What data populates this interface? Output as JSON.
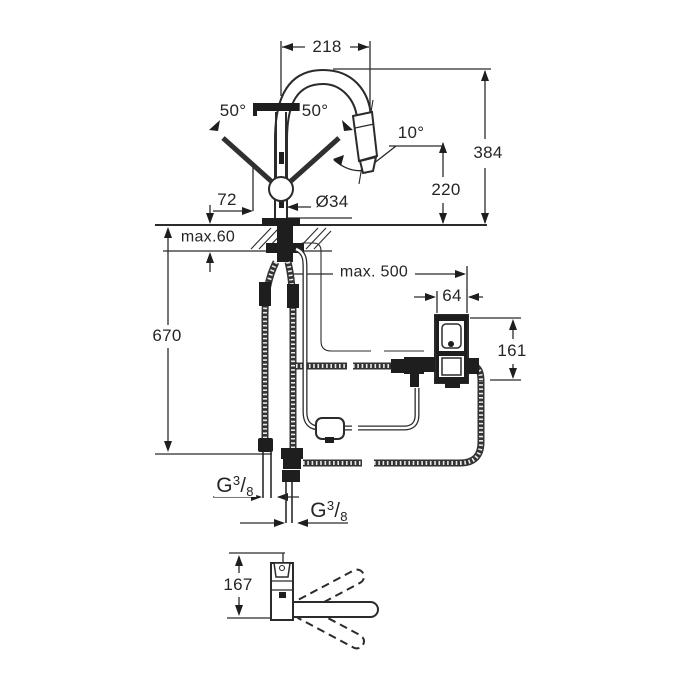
{
  "drawing": {
    "description": "kitchen faucet technical dimension drawing",
    "line_color": "#2b2b2b",
    "background": "#ffffff",
    "dimensions": {
      "spout_reach": "218",
      "total_height": "384",
      "outlet_height": "220",
      "lever_angle_left": "50°",
      "lever_angle_right": "50°",
      "head_angle": "10°",
      "lever_offset": "72",
      "shank_diameter": "Ø34",
      "deck_max_thickness": "max.60",
      "hose_max_extraction": "max. 500",
      "control_box_width": "64",
      "control_box_height": "161",
      "hose_drop_length": "670",
      "top_view_depth": "167",
      "thread_left": {
        "base": "G",
        "sup": "3",
        "slash": "/",
        "sub": "8"
      },
      "thread_right": {
        "base": "G",
        "sup": "3",
        "slash": "/",
        "sub": "8"
      }
    }
  }
}
